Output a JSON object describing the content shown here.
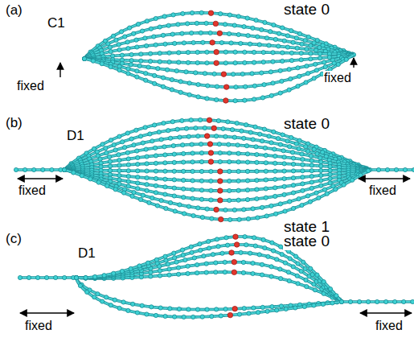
{
  "diagram": {
    "labels": [
      "(a)",
      "C1",
      "state 0",
      "fixed",
      "fixed",
      "(b)",
      "D1",
      "state 0",
      "fixed",
      "state 1",
      "fixed",
      "(c)",
      "D1",
      "state 0",
      "fixed",
      "fixed"
    ]
  }
}
